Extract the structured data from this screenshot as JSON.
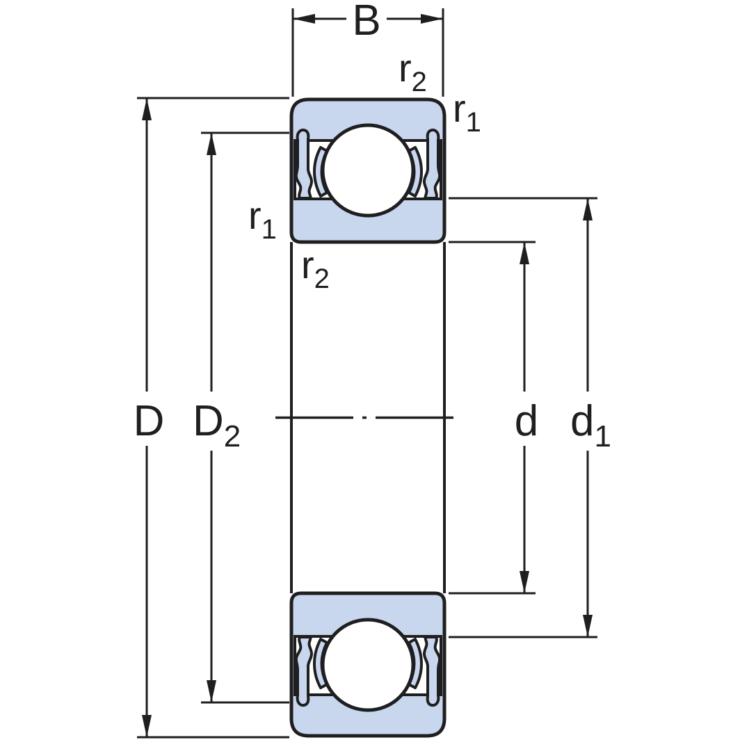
{
  "drawing": {
    "type": "bearing-cross-section-dimension-drawing",
    "colors": {
      "section_fill": "#c9d7ee",
      "line": "#1f1f21",
      "background": "#ffffff"
    },
    "labels": {
      "width_B": "B",
      "outer_diameter_D": "D",
      "recess_diameter_D2_main": "D",
      "recess_diameter_D2_sub": "2",
      "bore_diameter_d": "d",
      "shoulder_diameter_d1_main": "d",
      "shoulder_diameter_d1_sub": "1",
      "chamfer_r1_main": "r",
      "chamfer_r1_sub": "1",
      "chamfer_r2_main": "r",
      "chamfer_r2_sub": "2"
    }
  }
}
